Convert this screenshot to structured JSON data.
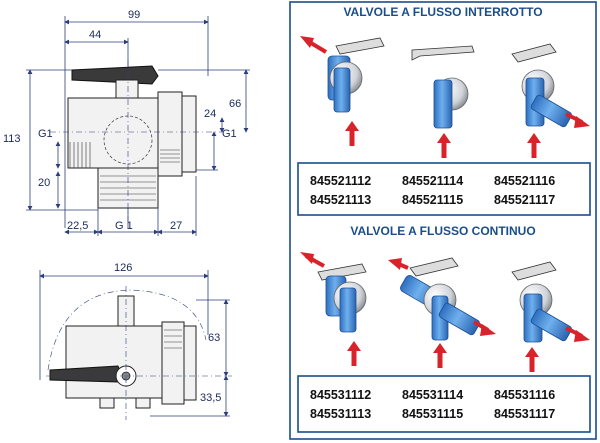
{
  "left_panel": {
    "dims": {
      "d99": "99",
      "d44": "44",
      "d113": "113",
      "d66": "66",
      "d24": "24",
      "g1_left": "G1",
      "g1_right": "G1",
      "d20": "20",
      "d22_5": "22,5",
      "g1_bottom": "G 1",
      "d27": "27",
      "d126": "126",
      "d63": "63",
      "d33_5": "33,5"
    }
  },
  "right_panel": {
    "section1": {
      "title": "VALVOLE A FLUSSO INTERROTTO",
      "codes_row1": [
        "845521112",
        "845521114",
        "845521116"
      ],
      "codes_row2": [
        "845521113",
        "845521115",
        "845521117"
      ]
    },
    "section2": {
      "title": "VALVOLE A FLUSSO CONTINUO",
      "codes_row1": [
        "845531112",
        "845531114",
        "845531116"
      ],
      "codes_row2": [
        "845531113",
        "845531115",
        "845531117"
      ]
    }
  },
  "colors": {
    "border_blue": "#1a4e8a",
    "pipe_blue": "#4a8fd8",
    "arrow_red": "#d8232a"
  }
}
